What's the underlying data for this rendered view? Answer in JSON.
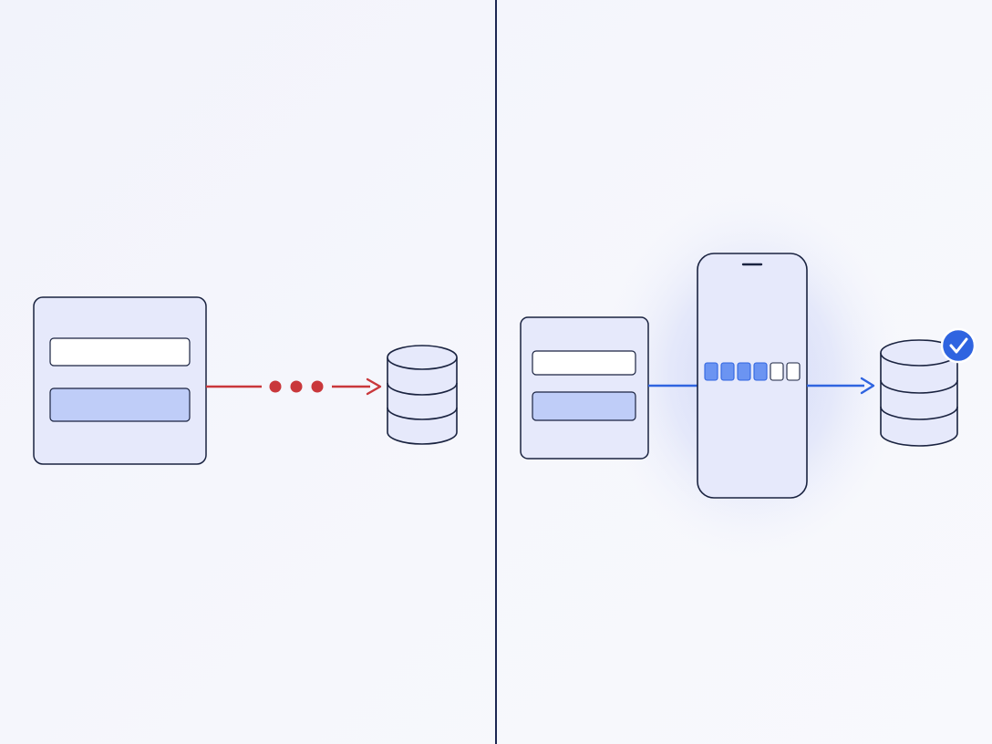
{
  "colors": {
    "outline": "#1a2340",
    "panel_fill": "#e6e9fb",
    "field_empty": "#ffffff",
    "field_filled": "#bfcdf8",
    "failure_red": "#c9373b",
    "success_blue": "#2f64e0",
    "code_filled": "#6b94f2",
    "divider": "#1c2752",
    "glow": "#c9d1f6"
  },
  "left_panel": {
    "form": {
      "fields": [
        "empty",
        "filled"
      ]
    },
    "connector": {
      "style": "broken",
      "dot_count": 3,
      "arrow_color": "failure_red"
    },
    "database": {
      "icon": "database-icon",
      "status": "unconfirmed"
    }
  },
  "right_panel": {
    "form": {
      "fields": [
        "empty",
        "filled"
      ]
    },
    "phone": {
      "icon": "smartphone-icon",
      "code_boxes": [
        true,
        true,
        true,
        true,
        false,
        false
      ]
    },
    "connector": {
      "style": "solid",
      "arrow_color": "success_blue"
    },
    "database": {
      "icon": "database-icon",
      "status": "verified",
      "badge_icon": "check-circle-icon"
    }
  }
}
